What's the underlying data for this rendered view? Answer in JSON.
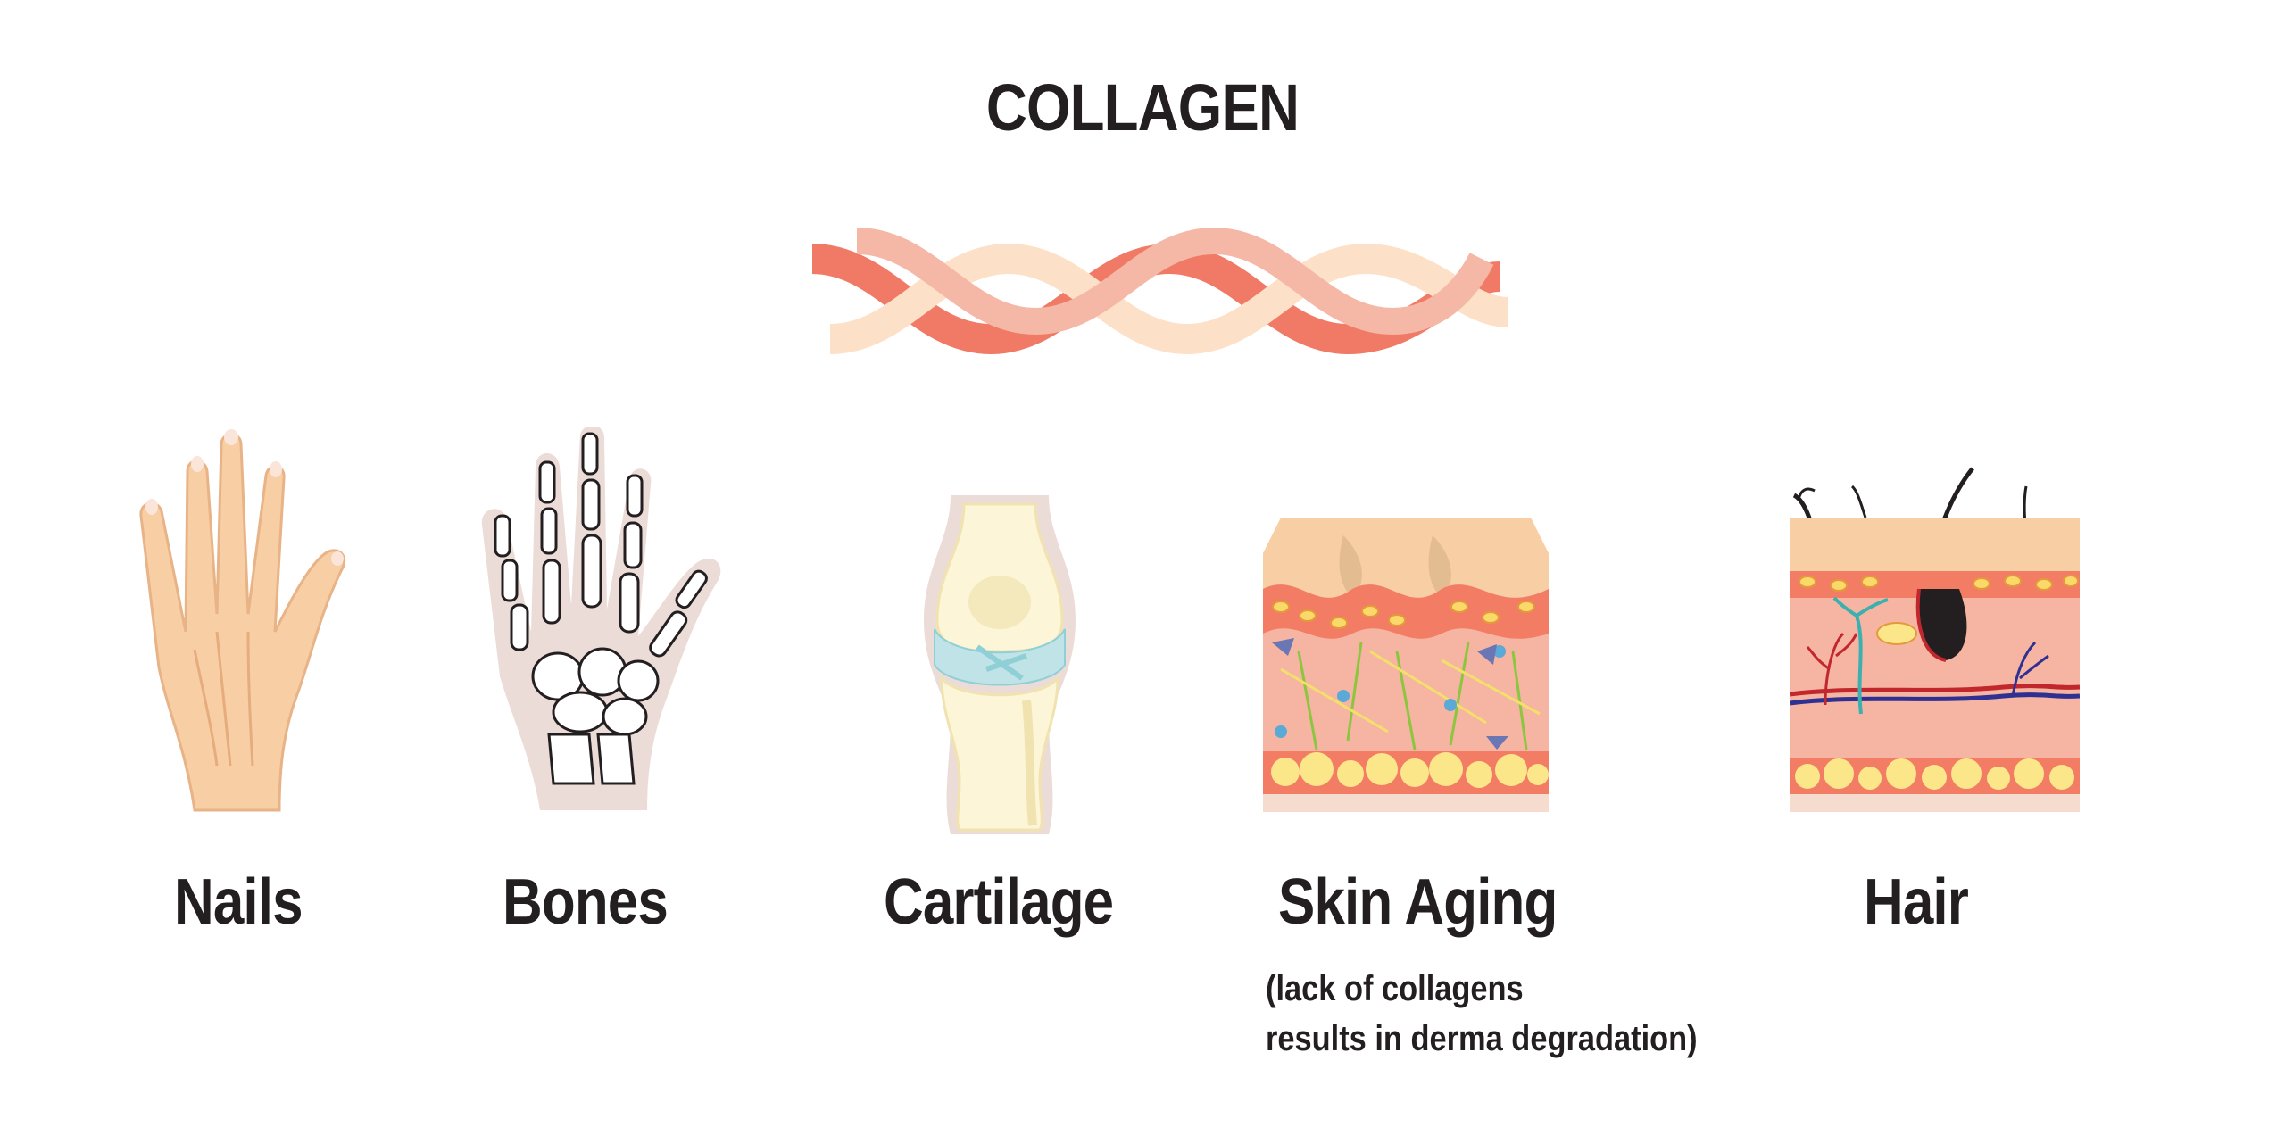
{
  "title": "COLLAGEN",
  "items": [
    {
      "label": "Nails",
      "icon": "hand-icon"
    },
    {
      "label": "Bones",
      "icon": "hand-skeleton-icon"
    },
    {
      "label": "Cartilage",
      "icon": "knee-joint-icon"
    },
    {
      "label": "Skin Aging",
      "icon": "skin-cross-section-icon"
    },
    {
      "label": "Hair",
      "icon": "hair-follicle-icon"
    }
  ],
  "skin_note": {
    "line1": "(lack of collagens",
    "line2": "results in derma degradation)"
  },
  "colors": {
    "fiber_dark": "#f07a66",
    "fiber_light": "#f9c8b4",
    "skin": "#f8cfa4",
    "text": "#231f20"
  }
}
